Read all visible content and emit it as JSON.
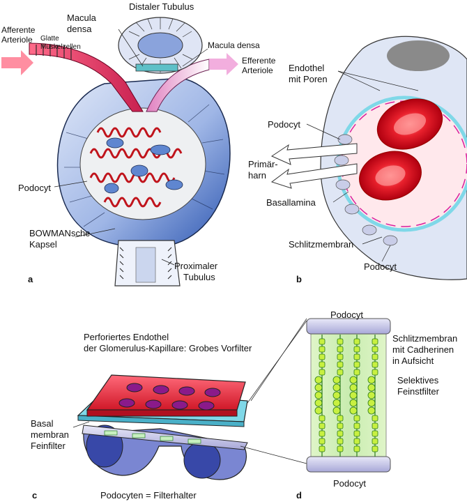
{
  "panel_a": {
    "letter": "a",
    "distaler_tubulus": "Distaler Tubulus",
    "macula_densa_left_1": "Macula",
    "macula_densa_left_2": "densa",
    "macula_densa_right": "Macula densa",
    "afferente_1": "Afferente",
    "afferente_2": "Arteriole",
    "glatte_1": "Glatte",
    "glatte_2": "Muskelzellen",
    "efferente_1": "Efferente",
    "efferente_2": "Arteriole",
    "podocyt": "Podocyt",
    "bowman_1": "BOWMANsche",
    "bowman_2": "Kapsel",
    "proximaler_1": "Proximaler",
    "proximaler_2": "Tubulus"
  },
  "panel_b": {
    "letter": "b",
    "endothel_1": "Endothel",
    "endothel_2": "mit Poren",
    "podocyt_top": "Podocyt",
    "primaerharn_1": "Primär-",
    "primaerharn_2": "harn",
    "basallamina": "Basallamina",
    "schlitzmembran": "Schlitzmembran",
    "podocyt_bottom": "Podocyt"
  },
  "panel_c": {
    "letter": "c",
    "endothel_1": "Perforiertes Endothel",
    "endothel_2": "der Glomerulus-Kapillare: Grobes Vorfilter",
    "basal_1": "Basal",
    "basal_2": "membran",
    "basal_3": "Feinfilter",
    "caption": "Podocyten = Filterhalter"
  },
  "panel_d": {
    "letter": "d",
    "podocyt_top": "Podocyt",
    "podocyt_bottom": "Podocyt",
    "schlitz_1": "Schlitzmembran",
    "schlitz_2": "mit Cadherinen",
    "schlitz_3": "in Aufsicht",
    "selektiv_1": "Selektives",
    "selektiv_2": "Feinstfilter"
  },
  "colors": {
    "capsule_blue": "#2f5fb8",
    "light_blue": "#cfdcf4",
    "arteriole_pink": "#e23a6a",
    "erythrocyte_red": "#e01e2e",
    "basal_cyan": "#7fd8e8",
    "filter_green": "#c8f08a"
  }
}
